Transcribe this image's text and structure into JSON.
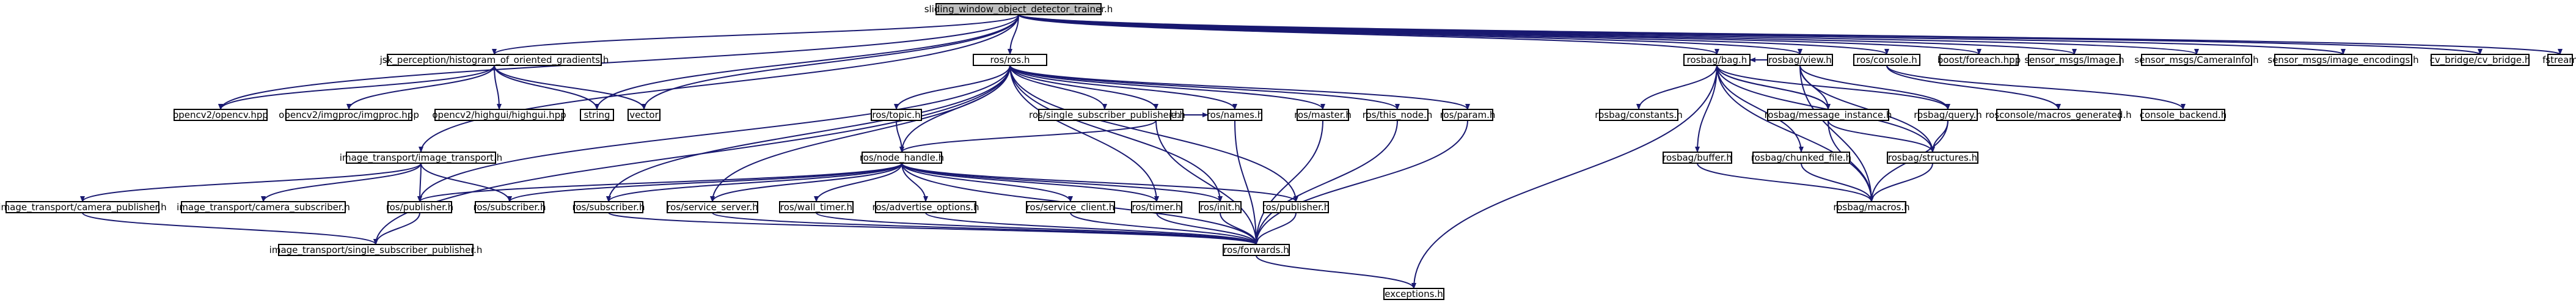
{
  "graph": {
    "root": "sliding_window_object_detector_trainer.h",
    "colors": {
      "edge": "#191970",
      "root_fill": "#bfbfbf",
      "node_fill": "#ffffff",
      "node_border": "#000000",
      "missing_border": "#bfbfbf",
      "cyclic_border": "#ff0000"
    },
    "nodes": [
      {
        "id": "root",
        "label": "sliding_window_object_detector_trainer.h",
        "kind": "root"
      },
      {
        "id": "hog",
        "label": "jsk_perception/histogram_of_oriented_gradients.h",
        "kind": "normal"
      },
      {
        "id": "rosros",
        "label": "ros/ros.h",
        "kind": "normal"
      },
      {
        "id": "rosbagbag",
        "label": "rosbag/bag.h",
        "kind": "normal"
      },
      {
        "id": "rosbagview",
        "label": "rosbag/view.h",
        "kind": "normal"
      },
      {
        "id": "rosconsole",
        "label": "ros/console.h",
        "kind": "normal"
      },
      {
        "id": "boostforeach",
        "label": "boost/foreach.hpp",
        "kind": "missing"
      },
      {
        "id": "sensorimage",
        "label": "sensor_msgs/Image.h",
        "kind": "missing"
      },
      {
        "id": "camerainfo",
        "label": "sensor_msgs/CameraInfo.h",
        "kind": "missing"
      },
      {
        "id": "imageenc",
        "label": "sensor_msgs/image_encodings.h",
        "kind": "normal"
      },
      {
        "id": "cvbridge",
        "label": "cv_bridge/cv_bridge.h",
        "kind": "normal"
      },
      {
        "id": "fstream",
        "label": "fstream",
        "kind": "missing"
      },
      {
        "id": "opencv",
        "label": "opencv2/opencv.hpp",
        "kind": "missing"
      },
      {
        "id": "imgproc1",
        "label": "opencv2/imgproc/imgproc.hpp",
        "kind": "missing"
      },
      {
        "id": "highgui",
        "label": "opencv2/highgui/highgui.hpp",
        "kind": "missing"
      },
      {
        "id": "string",
        "label": "string",
        "kind": "missing"
      },
      {
        "id": "vector",
        "label": "vector",
        "kind": "missing"
      },
      {
        "id": "rostopic",
        "label": "ros/topic.h",
        "kind": "normal"
      },
      {
        "id": "rosservice",
        "label": "ros/service.h",
        "kind": "cyclic"
      },
      {
        "id": "singlesub",
        "label": "ros/single_subscriber_publisher.h",
        "kind": "normal"
      },
      {
        "id": "rosnames",
        "label": "ros/names.h",
        "kind": "normal"
      },
      {
        "id": "rosmaster",
        "label": "ros/master.h",
        "kind": "normal"
      },
      {
        "id": "rosthisnode",
        "label": "ros/this_node.h",
        "kind": "normal"
      },
      {
        "id": "rosparam",
        "label": "ros/param.h",
        "kind": "normal"
      },
      {
        "id": "itit",
        "label": "image_transport/image_transport.h",
        "kind": "normal"
      },
      {
        "id": "nodehandle",
        "label": "ros/node_handle.h",
        "kind": "cyclic"
      },
      {
        "id": "itcampub",
        "label": "image_transport/camera_publisher.h",
        "kind": "normal"
      },
      {
        "id": "itcamsub",
        "label": "image_transport/camera_subscriber.h",
        "kind": "cyclic"
      },
      {
        "id": "rospub1",
        "label": "ros/publisher.h",
        "kind": "cyclic"
      },
      {
        "id": "rossub1",
        "label": "ros/subscriber.h",
        "kind": "cyclic"
      },
      {
        "id": "rossub2",
        "label": "ros/subscriber.h",
        "kind": "cyclic"
      },
      {
        "id": "servserver",
        "label": "ros/service_server.h",
        "kind": "normal"
      },
      {
        "id": "walltimer",
        "label": "ros/wall_timer.h",
        "kind": "cyclic"
      },
      {
        "id": "advopts",
        "label": "ros/advertise_options.h",
        "kind": "normal"
      },
      {
        "id": "servclient",
        "label": "ros/service_client.h",
        "kind": "normal"
      },
      {
        "id": "rostimer",
        "label": "ros/timer.h",
        "kind": "cyclic"
      },
      {
        "id": "rosinit",
        "label": "ros/init.h",
        "kind": "cyclic"
      },
      {
        "id": "rospub2",
        "label": "ros/publisher.h",
        "kind": "cyclic"
      },
      {
        "id": "itsinglesub",
        "label": "image_transport/single_subscriber_publisher.h",
        "kind": "normal"
      },
      {
        "id": "rosforwards",
        "label": "ros/forwards.h",
        "kind": "cyclic"
      },
      {
        "id": "exceptions",
        "label": "exceptions.h",
        "kind": "normal"
      },
      {
        "id": "bagconstants",
        "label": "rosbag/constants.h",
        "kind": "normal"
      },
      {
        "id": "bagmsginst",
        "label": "rosbag/message_instance.h",
        "kind": "normal"
      },
      {
        "id": "bagquery",
        "label": "rosbag/query.h",
        "kind": "normal"
      },
      {
        "id": "consolemacros",
        "label": "rosconsole/macros_generated.h",
        "kind": "normal"
      },
      {
        "id": "consolebackend",
        "label": "console_backend.h",
        "kind": "normal"
      },
      {
        "id": "bagbuffer",
        "label": "rosbag/buffer.h",
        "kind": "normal"
      },
      {
        "id": "bagchunked",
        "label": "rosbag/chunked_file.h",
        "kind": "cyclic"
      },
      {
        "id": "bagstructures",
        "label": "rosbag/structures.h",
        "kind": "normal"
      },
      {
        "id": "bagmacros",
        "label": "rosbag/macros.h",
        "kind": "normal"
      }
    ]
  }
}
